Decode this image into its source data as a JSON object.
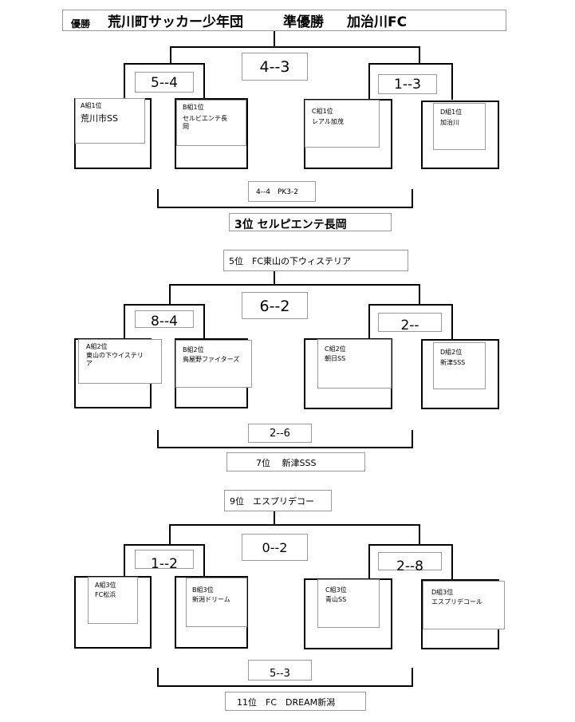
{
  "champion": {
    "winner_label": "優勝",
    "winner": "荒川町サッカー少年団",
    "runner_label": "準優勝",
    "runner": "加治川FC"
  },
  "brackets": [
    {
      "final_score": "4--3",
      "left_semi_score": "5--4",
      "right_semi_score": "1--3",
      "teams": [
        {
          "group": "A組1位",
          "name": "荒川市SS"
        },
        {
          "group": "B組1位",
          "name": "セルビエンテ長\n岡"
        },
        {
          "group": "C組1位",
          "name": "レアル加茂"
        },
        {
          "group": "D組1位",
          "name": "加治川"
        }
      ],
      "playoff_score": "4--4　PK3-2",
      "playoff_result": "3位 セルピエンテ長岡"
    },
    {
      "top_label": "5位　FC東山の下ウィステリア",
      "final_score": "6--2",
      "left_semi_score": "8--4",
      "right_semi_score": "2--",
      "teams": [
        {
          "group": "A組2位",
          "name": "東山の下ウイステリ\nア"
        },
        {
          "group": "B組2位",
          "name": "鳥屋野ファイターズ"
        },
        {
          "group": "C組2位",
          "name": "朝日SS"
        },
        {
          "group": "D組2位",
          "name": "新津SSS"
        }
      ],
      "playoff_score": "2--6",
      "playoff_result": "7位　 新津SSS"
    },
    {
      "top_label": "9位　エスプリデコー",
      "final_score": "0--2",
      "left_semi_score": "1--2",
      "right_semi_score": "2--8",
      "teams": [
        {
          "group": "A組3位",
          "name": "FC松浜"
        },
        {
          "group": "B組3位",
          "name": "新潟ドリーム"
        },
        {
          "group": "C組3位",
          "name": "青山SS"
        },
        {
          "group": "D組3位",
          "name": "エスプリデコール"
        }
      ],
      "playoff_score": "5--3",
      "playoff_result": "11位　FC　DREAM新潟"
    }
  ]
}
